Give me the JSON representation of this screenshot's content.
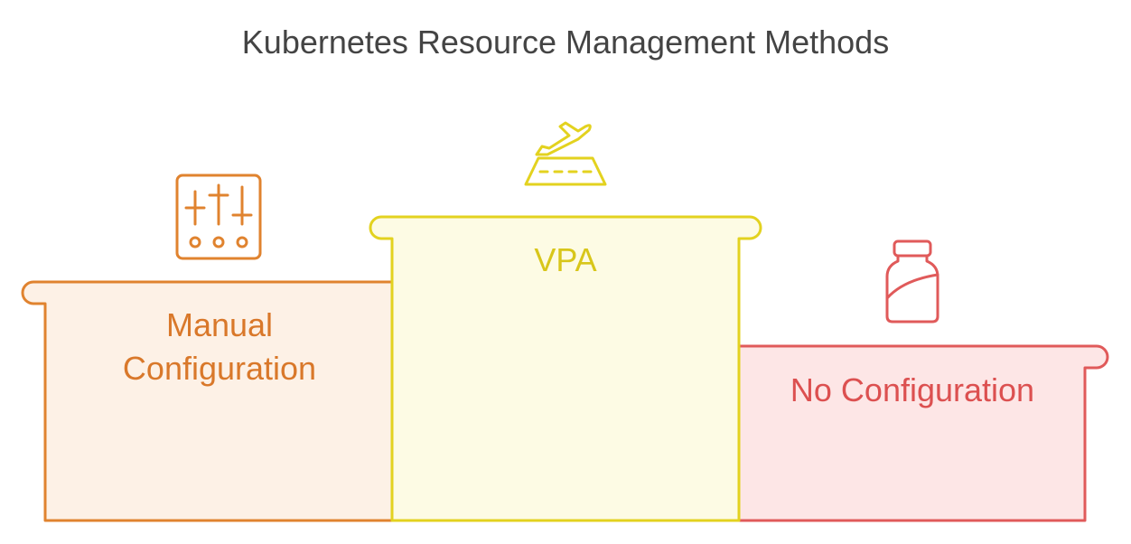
{
  "title": "Kubernetes Resource Management Methods",
  "steps": [
    {
      "lines": [
        "Manual",
        "Configuration"
      ],
      "icon": "sliders-icon",
      "stroke": "#e0832f",
      "fill": "#fdf1e6",
      "text_color": "#d9782a"
    },
    {
      "lines": [
        "VPA"
      ],
      "icon": "airplane-runway-icon",
      "stroke": "#e3d21f",
      "fill": "#fdfbe4",
      "text_color": "#d8c61a"
    },
    {
      "lines": [
        "No Configuration"
      ],
      "icon": "bottle-icon",
      "stroke": "#e05a5a",
      "fill": "#fde6e6",
      "text_color": "#dc5050"
    }
  ]
}
